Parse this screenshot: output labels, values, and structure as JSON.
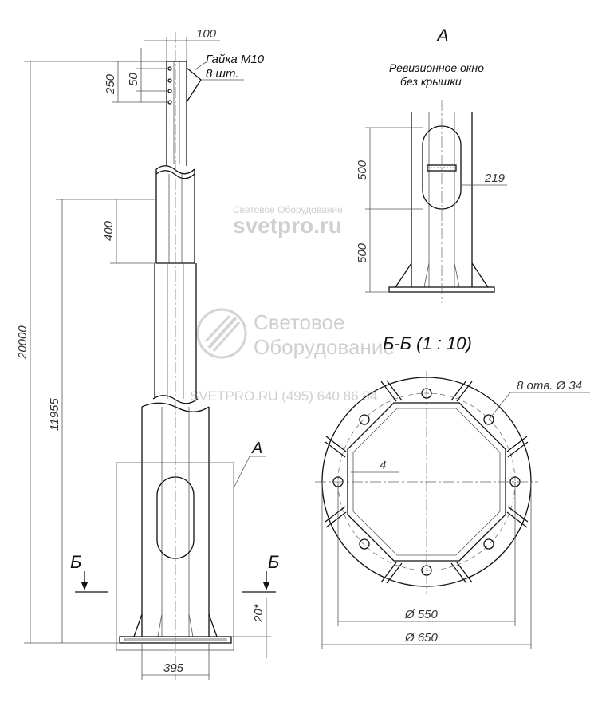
{
  "dimensions": {
    "top_width": "100",
    "top_height": "250",
    "top_hole_pitch": "50",
    "joint_overlap": "400",
    "total_height": "20000",
    "lower_height": "11955",
    "base_width": "395",
    "base_gap": "20*",
    "window_height": "500",
    "window_elevation": "500",
    "window_diameter": "219",
    "flange_thickness_note": "4",
    "bolt_circle": "Ø 550",
    "flange_diameter": "Ø 650",
    "holes_note": "8 отв. Ø 34"
  },
  "labels": {
    "nut_line1": "Гайка М10",
    "nut_line2": "8 шт.",
    "view_a_title": "А",
    "view_a_note_line1": "Ревизионное окно",
    "view_a_note_line2": "без крышки",
    "section_title": "Б-Б (1 : 10)",
    "callout_a": "А",
    "section_mark_left": "Б",
    "section_mark_right": "Б"
  },
  "watermarks": {
    "small_brand": "Световое Оборудование",
    "site_big": "svetpro.ru",
    "logo_line1": "Световое",
    "logo_line2": "Оборудование",
    "contact": "SVETPRO.RU (495) 640 86 84"
  },
  "colors": {
    "line": "#111111",
    "dimension": "#555555",
    "watermark": "#cfcfcf"
  }
}
